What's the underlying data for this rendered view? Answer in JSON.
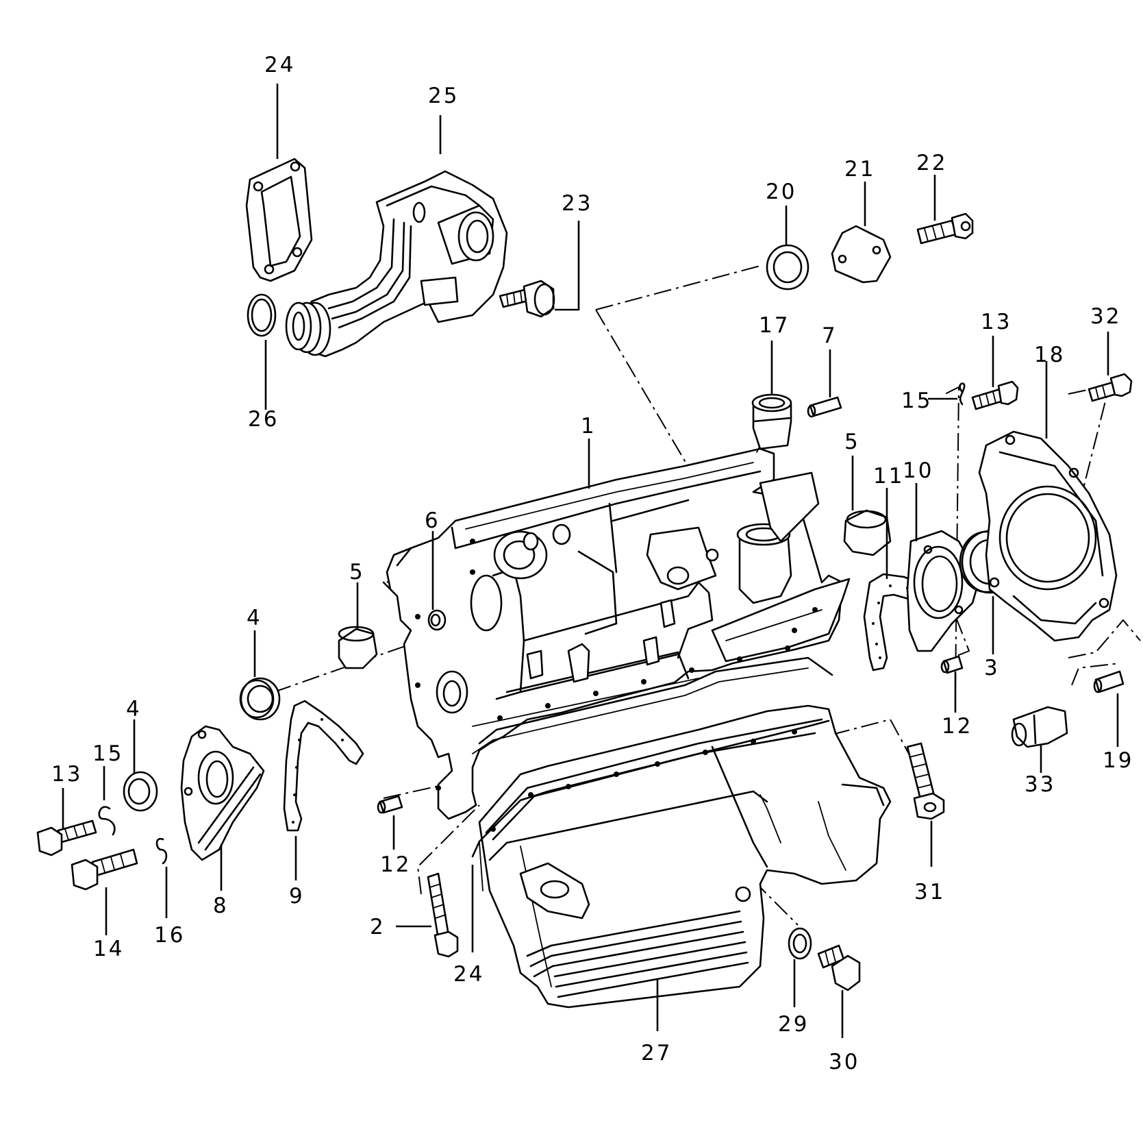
{
  "callouts": [
    {
      "id": "c24-top",
      "label": "24"
    },
    {
      "id": "c25",
      "label": "25"
    },
    {
      "id": "c23",
      "label": "23"
    },
    {
      "id": "c26",
      "label": "26"
    },
    {
      "id": "c20",
      "label": "20"
    },
    {
      "id": "c21",
      "label": "21"
    },
    {
      "id": "c22",
      "label": "22"
    },
    {
      "id": "c17",
      "label": "17"
    },
    {
      "id": "c7",
      "label": "7"
    },
    {
      "id": "c13-right",
      "label": "13"
    },
    {
      "id": "c32",
      "label": "32"
    },
    {
      "id": "c15-right",
      "label": "15"
    },
    {
      "id": "c18",
      "label": "18"
    },
    {
      "id": "c1",
      "label": "1"
    },
    {
      "id": "c5-right",
      "label": "5"
    },
    {
      "id": "c11",
      "label": "11"
    },
    {
      "id": "c10",
      "label": "10"
    },
    {
      "id": "c6",
      "label": "6"
    },
    {
      "id": "c5-left",
      "label": "5"
    },
    {
      "id": "c4-mid",
      "label": "4"
    },
    {
      "id": "c3",
      "label": "3"
    },
    {
      "id": "c12-right",
      "label": "12"
    },
    {
      "id": "c19",
      "label": "19"
    },
    {
      "id": "c33",
      "label": "33"
    },
    {
      "id": "c4-left",
      "label": "4"
    },
    {
      "id": "c15-left",
      "label": "15"
    },
    {
      "id": "c13-left",
      "label": "13"
    },
    {
      "id": "c14",
      "label": "14"
    },
    {
      "id": "c16",
      "label": "16"
    },
    {
      "id": "c8",
      "label": "8"
    },
    {
      "id": "c9",
      "label": "9"
    },
    {
      "id": "c12-left",
      "label": "12"
    },
    {
      "id": "c2",
      "label": "2"
    },
    {
      "id": "c24-bottom",
      "label": "24"
    },
    {
      "id": "c31",
      "label": "31"
    },
    {
      "id": "c27",
      "label": "27"
    },
    {
      "id": "c29",
      "label": "29"
    },
    {
      "id": "c30",
      "label": "30"
    }
  ]
}
